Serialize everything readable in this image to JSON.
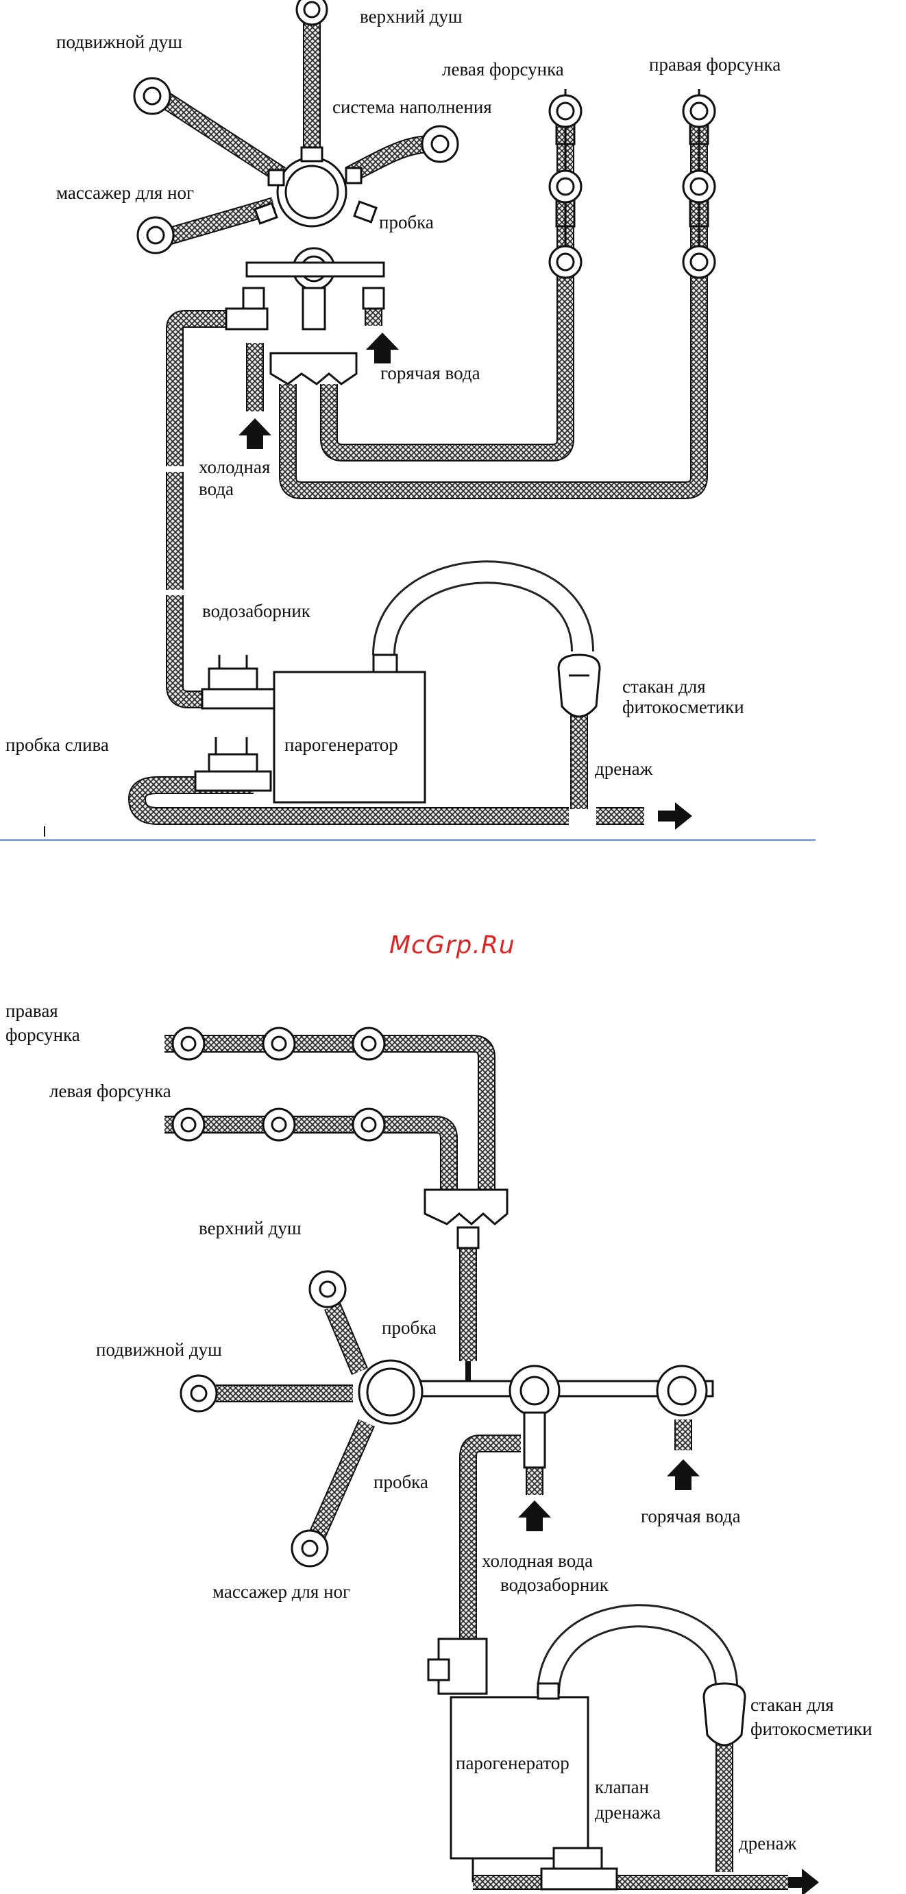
{
  "watermark": "McGrp.Ru",
  "diagram1": {
    "top_shower": "верхний душ",
    "hand_shower": "подвижной душ",
    "fill_system": "система наполнения",
    "left_nozzle": "левая форсунка",
    "right_nozzle": "правая форсунка",
    "foot_massager": "массажер для ног",
    "plug": "пробка",
    "hot_water": "горячая вода",
    "cold_water_line1": "холодная",
    "cold_water_line2": "вода",
    "water_intake": "водозаборник",
    "phyto_cup_line1": "стакан для",
    "phyto_cup_line2": "фитокосметики",
    "drain_plug": "пробка слива",
    "steam_generator": "парогенератор",
    "drain": "дренаж"
  },
  "diagram2": {
    "right_nozzle_line1": "правая",
    "right_nozzle_line2": "форсунка",
    "left_nozzle": "левая форсунка",
    "top_shower": "верхний душ",
    "plug_top": "пробка",
    "hand_shower": "подвижной душ",
    "plug_bottom": "пробка",
    "hot_water": "горячая вода",
    "cold_water": "холодная вода",
    "water_intake": "водозаборник",
    "foot_massager": "массажер для ног",
    "phyto_cup_line1": "стакан для",
    "phyto_cup_line2": "фитокосметики",
    "steam_generator": "парогенератор",
    "drain_valve_line1": "клапан",
    "drain_valve_line2": "дренажа",
    "drain": "дренаж"
  }
}
